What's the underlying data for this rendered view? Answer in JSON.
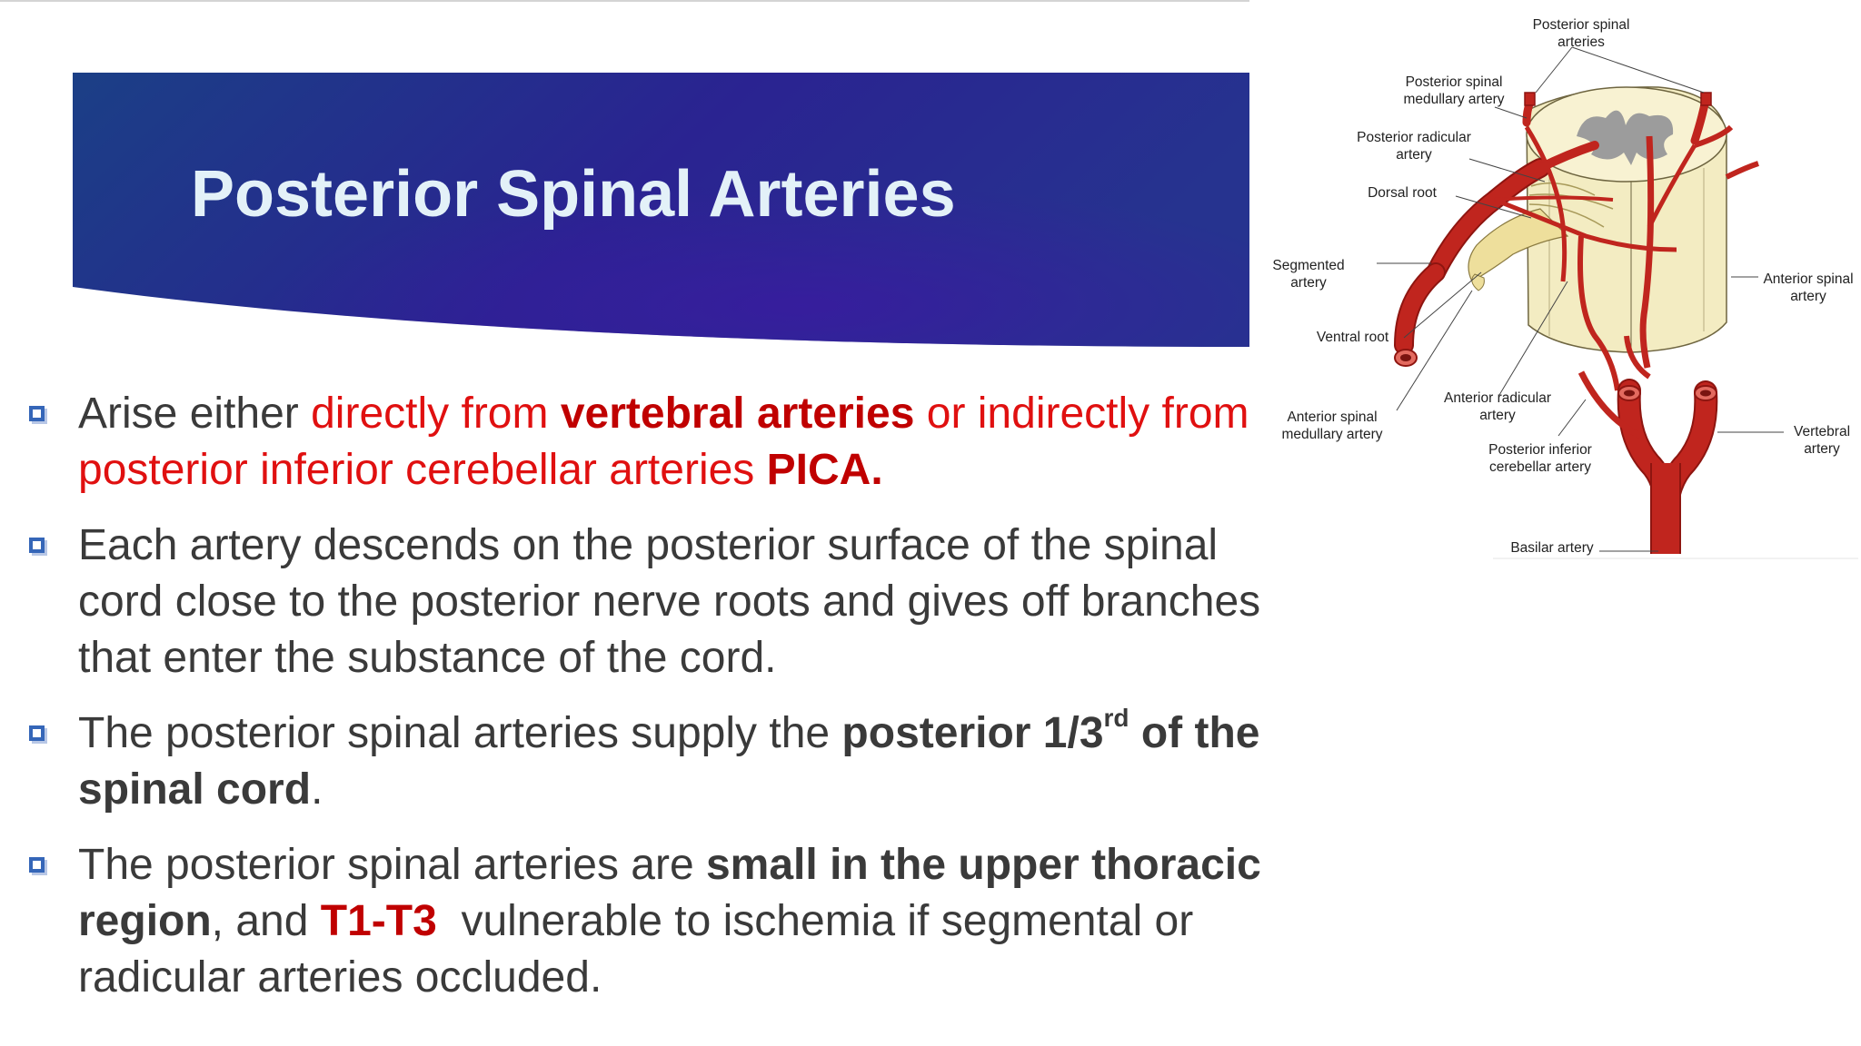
{
  "slide": {
    "title": "Posterior Spinal Arteries"
  },
  "bullets": [
    {
      "runs": [
        {
          "t": "Arise either ",
          "s": "normal"
        },
        {
          "t": "directly from ",
          "s": "red"
        },
        {
          "t": "vertebral arteries",
          "s": "red-bold"
        },
        {
          "t": " or indirectly from posterior inferior cerebellar arteries ",
          "s": "red"
        },
        {
          "t": "PICA.",
          "s": "red-bold"
        }
      ]
    },
    {
      "runs": [
        {
          "t": "Each artery descends on the posterior surface of the spinal cord close to the posterior nerve roots and gives off branches that enter the substance of the cord.",
          "s": "normal"
        }
      ]
    },
    {
      "runs": [
        {
          "t": "The posterior spinal arteries supply the ",
          "s": "normal"
        },
        {
          "t": "posterior 1/3",
          "s": "dark-bold"
        },
        {
          "t": "rd",
          "s": "sup"
        },
        {
          "t": " of the spinal cord",
          "s": "dark-bold"
        },
        {
          "t": ".",
          "s": "normal"
        }
      ]
    },
    {
      "runs": [
        {
          "t": "The posterior spinal arteries are ",
          "s": "normal"
        },
        {
          "t": "small in the upper thoracic region",
          "s": "dark-bold"
        },
        {
          "t": ", and ",
          "s": "normal"
        },
        {
          "t": "T1-T3",
          "s": "red-bold"
        },
        {
          "t": "  vulnerable to ischemia if segmental or radicular arteries occluded.",
          "s": "normal"
        }
      ]
    }
  ],
  "diagram": {
    "labels": {
      "posterior_spinal_arteries": "Posterior spinal\narteries",
      "posterior_spinal_medullary_artery": "Posterior spinal\nmedullary artery",
      "posterior_radicular_artery": "Posterior radicular\nartery",
      "dorsal_root": "Dorsal root",
      "segmented_artery": "Segmented\nartery",
      "ventral_root": "Ventral root",
      "anterior_spinal_medullary_artery": "Anterior spinal\nmedullary artery",
      "anterior_radicular_artery": "Anterior radicular\nartery",
      "posterior_inferior_cerebellar_artery": "Posterior inferior\ncerebellar artery",
      "basilar_artery": "Basilar artery",
      "anterior_spinal_artery": "Anterior spinal\nartery",
      "vertebral_artery": "Vertebral artery"
    },
    "colors": {
      "artery": "#c0251e",
      "artery_dark": "#8e1510",
      "cord": "#f3ecc2",
      "gray_matter": "#9c9c9c",
      "nerve_root": "#eedf9c"
    }
  },
  "colors": {
    "banner_left": "#1b3f86",
    "banner_right": "#2e1a8f",
    "title_text": "#e3f1f8",
    "bullet_icon": "#3566b8",
    "emphasis_red": "#e01010"
  }
}
